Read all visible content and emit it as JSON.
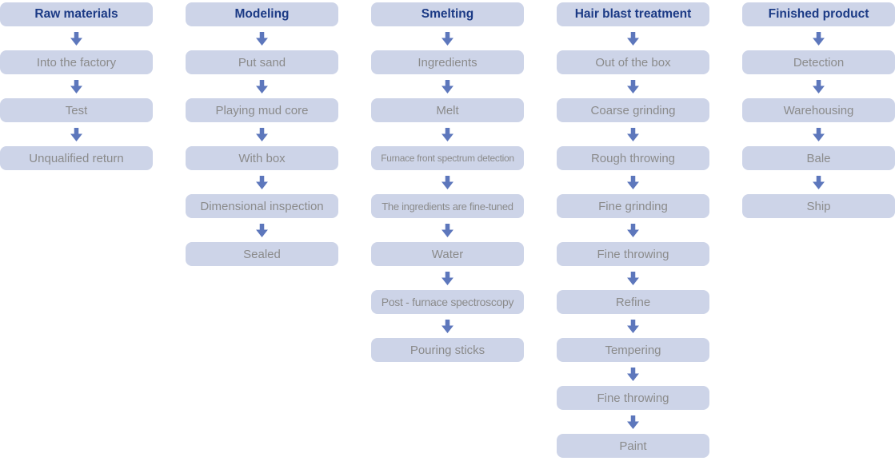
{
  "theme": {
    "background": "#ffffff",
    "box_fill": "#cdd4e8",
    "header_text": "#1b3a85",
    "body_text": "#8b8b8b",
    "arrow_color": "#5d77bc"
  },
  "flowchart": {
    "arrow_icon": "down-block-arrow",
    "columns": [
      {
        "title": "Raw materials",
        "steps": [
          "Into the factory",
          "Test",
          "Unqualified return"
        ]
      },
      {
        "title": "Modeling",
        "steps": [
          "Put sand",
          "Playing mud core",
          "With box",
          "Dimensional inspection",
          "Sealed"
        ]
      },
      {
        "title": "Smelting",
        "steps": [
          "Ingredients",
          "Melt",
          "Furnace front spectrum detection",
          "The ingredients are fine-tuned",
          "Water",
          "Post - furnace spectroscopy",
          "Pouring sticks"
        ]
      },
      {
        "title": "Hair blast treatment",
        "steps": [
          "Out of the box",
          "Coarse grinding",
          "Rough throwing",
          "Fine grinding",
          "Fine throwing",
          "Refine",
          "Tempering",
          "Fine throwing",
          "Paint"
        ]
      },
      {
        "title": "Finished product",
        "steps": [
          "Detection",
          "Warehousing",
          "Bale",
          "Ship"
        ]
      }
    ]
  }
}
